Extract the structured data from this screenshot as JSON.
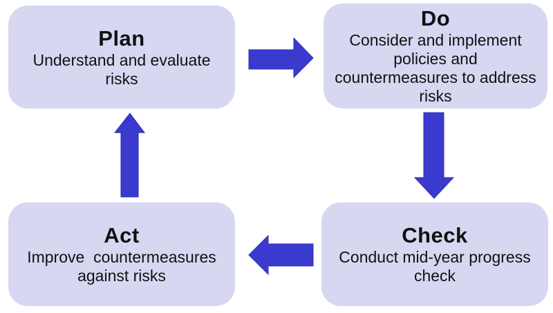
{
  "diagram": {
    "name": "PDCA cycle",
    "colors": {
      "box_bg": "#d7d7f2",
      "arrow": "#3a3ace",
      "arrow_edge": "#2e2eb4",
      "text": "#111111",
      "background": "#ffffff"
    },
    "boxes": [
      {
        "id": "plan",
        "title": "Plan",
        "lines": [
          "Understand and evaluate",
          "risks"
        ]
      },
      {
        "id": "do",
        "title": "Do",
        "lines": [
          "Consider and implement",
          "policies and",
          "countermeasures to address",
          "risks"
        ]
      },
      {
        "id": "check",
        "title": "Check",
        "lines": [
          "Conduct mid-year progress",
          "check"
        ]
      },
      {
        "id": "act",
        "title": "Act",
        "lines": [
          "Improve  countermeasures",
          "against risks"
        ]
      }
    ],
    "arrows": [
      {
        "from": "plan",
        "to": "do",
        "direction": "right"
      },
      {
        "from": "do",
        "to": "check",
        "direction": "down"
      },
      {
        "from": "check",
        "to": "act",
        "direction": "left"
      },
      {
        "from": "act",
        "to": "plan",
        "direction": "up"
      }
    ]
  }
}
